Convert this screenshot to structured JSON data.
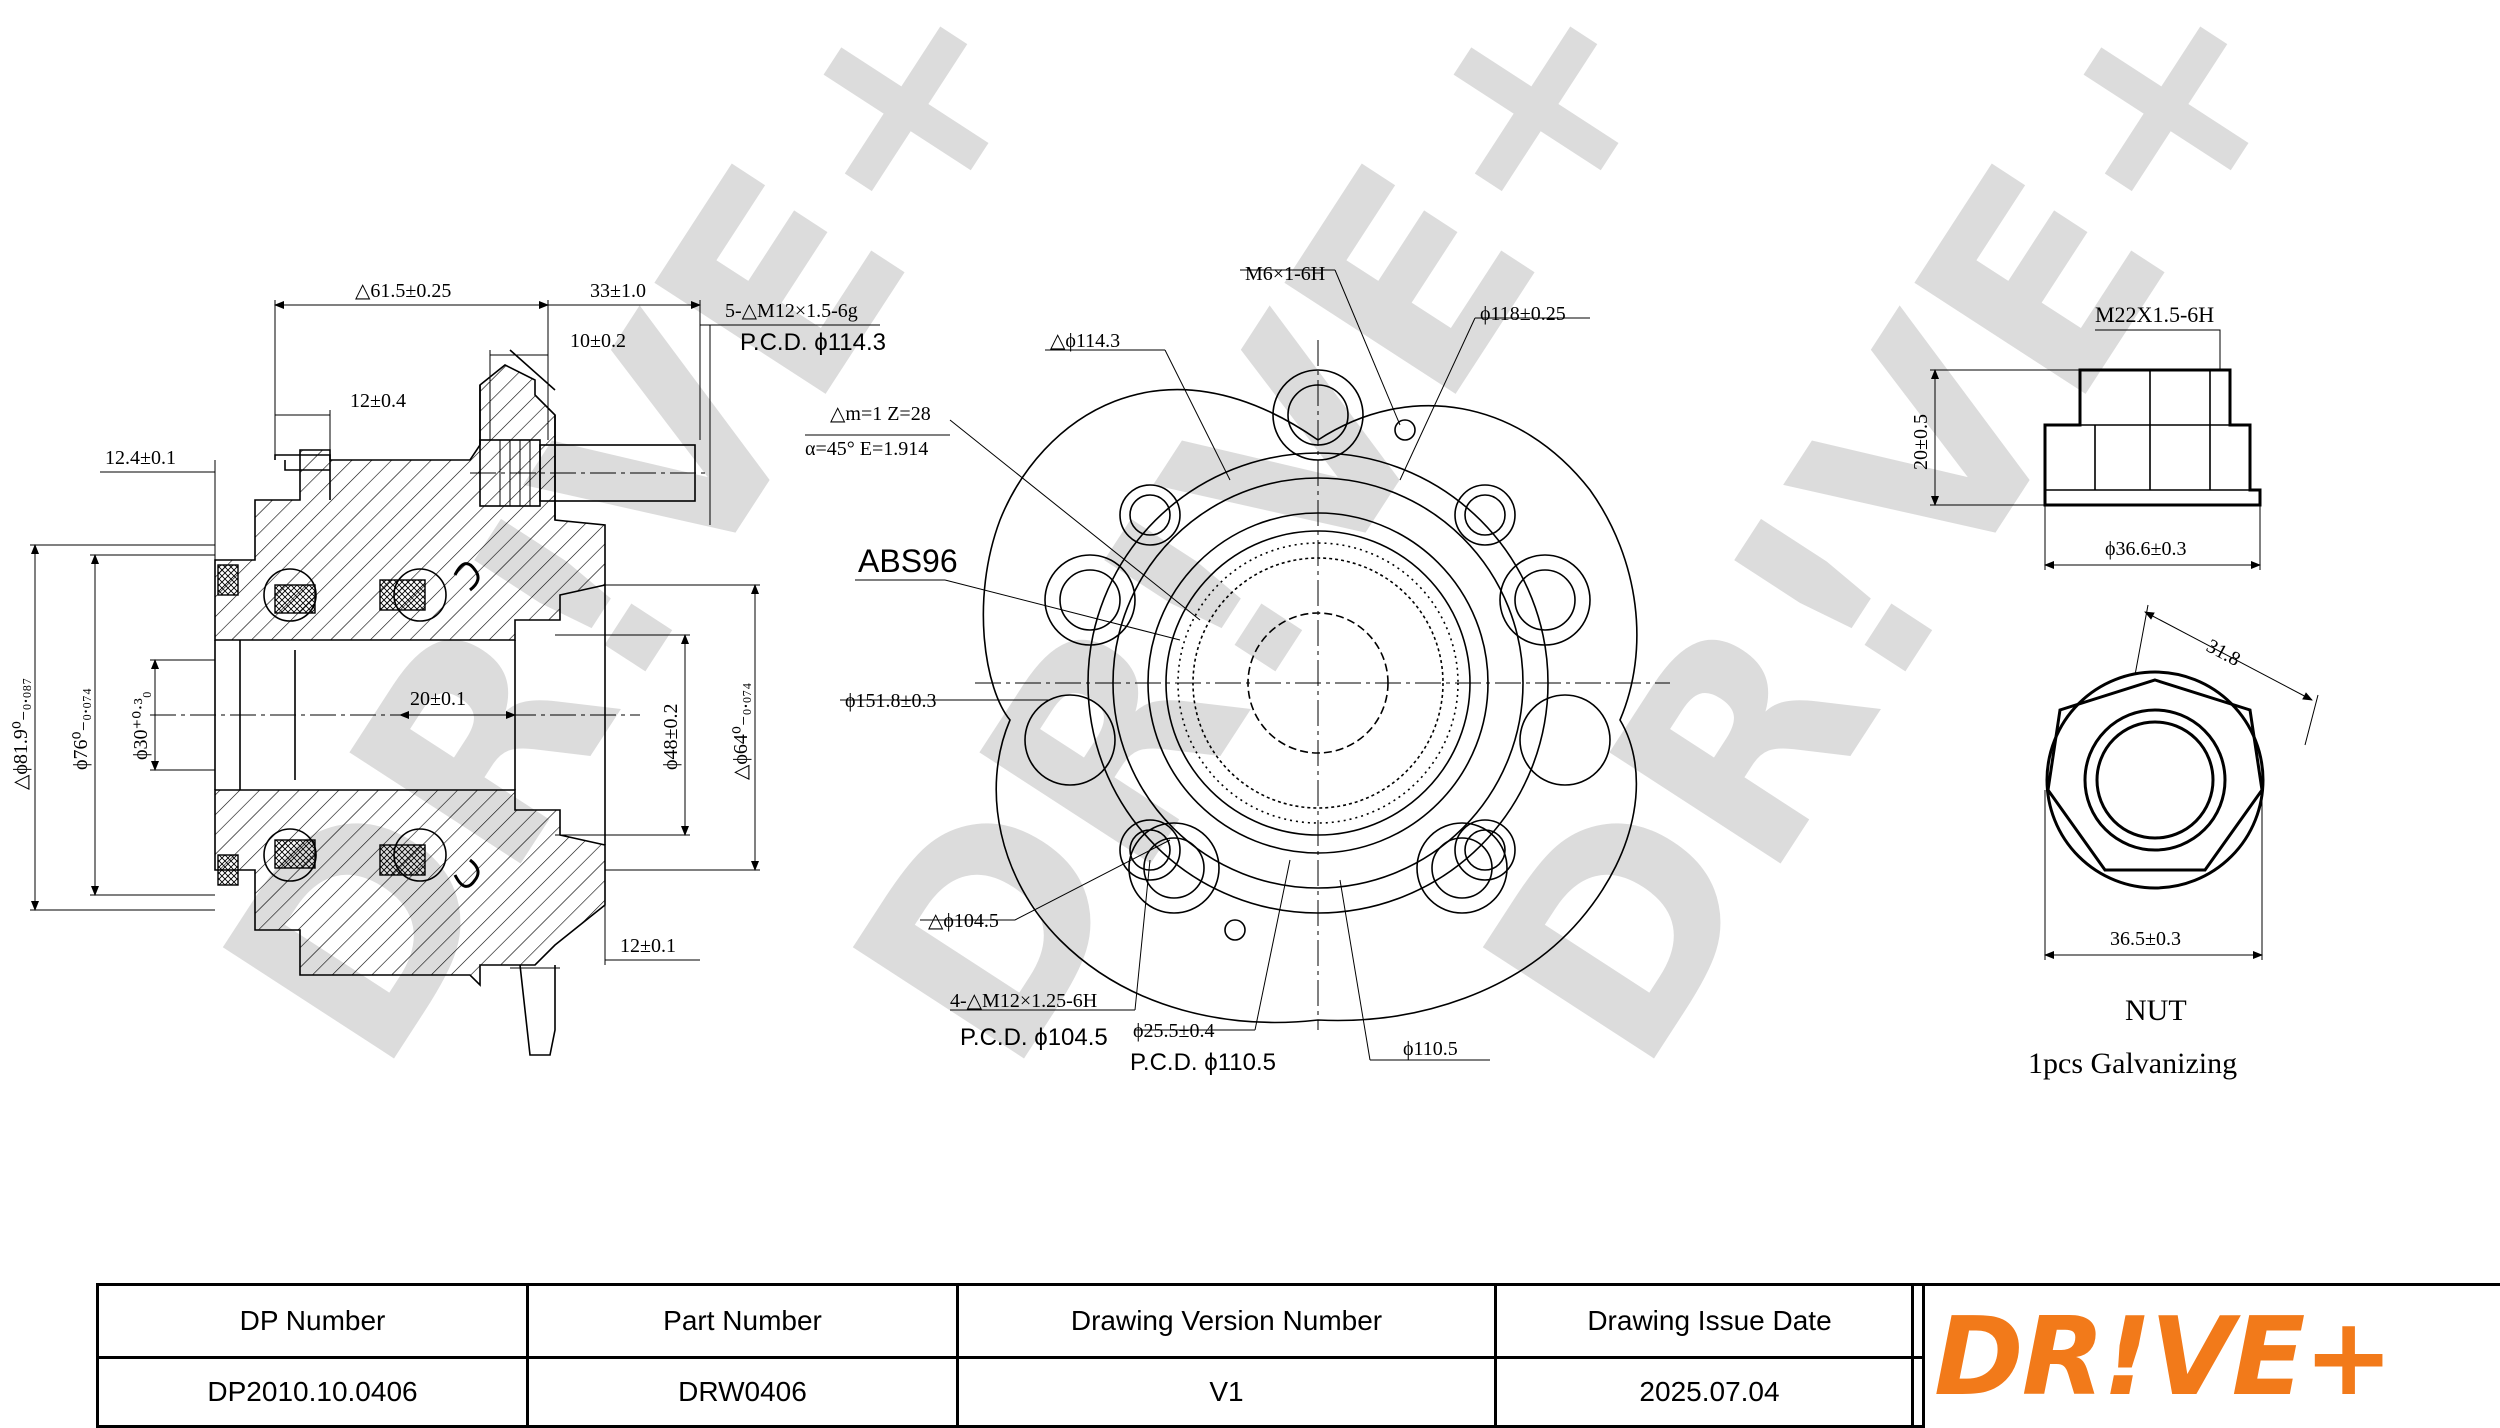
{
  "watermark_text": "DR!VE+",
  "views": {
    "side": {
      "dims": {
        "d615": "△61.5±0.25",
        "d33": "33±1.0",
        "d10": "10±0.2",
        "d12a": "12±0.4",
        "d124": "12.4±0.1",
        "stud": "5-△M12×1.5-6g",
        "pcd": "P.C.D. ϕ114.3",
        "d20": "20±0.1",
        "d12b": "12±0.1",
        "phi819": "△ϕ81.9⁰₋₀.₀₈₇",
        "phi76": "ϕ76⁰₋₀.₀₇₄",
        "phi30": "ϕ30⁺⁰·³₀",
        "phi48": "ϕ48±0.2",
        "phi64": "△ϕ64⁰₋₀.₀₇₄"
      }
    },
    "front": {
      "dims": {
        "m6": "M6×1-6H",
        "phi118": "ϕ118±0.25",
        "phi1143": "△ϕ114.3",
        "gear1": "△m=1 Z=28",
        "gear2": "α=45°  E=1.914",
        "abs": "ABS96",
        "phi1518": "ϕ151.8±0.3",
        "phi1045": "△ϕ104.5",
        "m12": "4-△M12×1.25-6H",
        "pcd1045": "P.C.D. ϕ104.5",
        "phi255": "ϕ25.5±0.4",
        "pcd1105": "P.C.D. ϕ110.5",
        "phi1105": "ϕ110.5"
      }
    },
    "nut": {
      "dims": {
        "thread": "M22X1.5-6H",
        "h20": "20±0.5",
        "d366": "ϕ36.6±0.3",
        "a318": "31.8",
        "d365": "36.5±0.3"
      },
      "label": "NUT",
      "note": "1pcs  Galvanizing"
    }
  },
  "title_block": {
    "headers": [
      "DP Number",
      "Part Number",
      "Drawing Version Number",
      "Drawing Issue Date"
    ],
    "values": [
      "DP2010.10.0406",
      "DRW0406",
      "V1",
      "2025.07.04"
    ],
    "logo": "DR!VE+",
    "logo_color": "#F27A1A"
  }
}
